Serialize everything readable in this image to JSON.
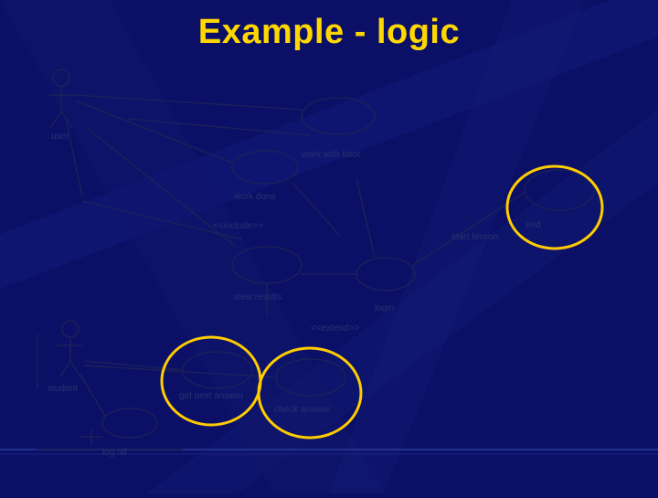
{
  "slide": {
    "title": "Example - logic",
    "colors": {
      "background": "#0b1066",
      "title": "#ffd700",
      "highlight": "#ffcc00",
      "diagram_line": "#1c2358",
      "diagram_text": "#2a3170"
    }
  },
  "diagram": {
    "actors": [
      {
        "id": "user",
        "label": "user"
      },
      {
        "id": "student",
        "label": "student"
      },
      {
        "id": "bottom_actor",
        "label": ""
      }
    ],
    "use_cases": [
      {
        "id": "uc_top",
        "label": ""
      },
      {
        "id": "uc_mid_left",
        "label": ""
      },
      {
        "id": "uc_center",
        "label": ""
      },
      {
        "id": "uc_right",
        "label": ""
      },
      {
        "id": "uc_far_right",
        "label": ""
      },
      {
        "id": "uc_low_left",
        "label": ""
      },
      {
        "id": "uc_low_mid",
        "label": ""
      },
      {
        "id": "uc_bottom",
        "label": ""
      }
    ],
    "labels": {
      "t1": "user",
      "t2": "work with tutor",
      "t3": "work done",
      "t4": "start lesson",
      "t5": "view results",
      "t6": "login",
      "t7": "<<extend>>",
      "t8": "student",
      "t9": "get next answer",
      "t10": "check answer",
      "t11": "end",
      "t12": "log off",
      "t13": "<<include>>"
    },
    "highlights": [
      {
        "id": "far-right",
        "name": ""
      },
      {
        "id": "low-left",
        "name": ""
      },
      {
        "id": "low-mid",
        "name": ""
      }
    ]
  }
}
